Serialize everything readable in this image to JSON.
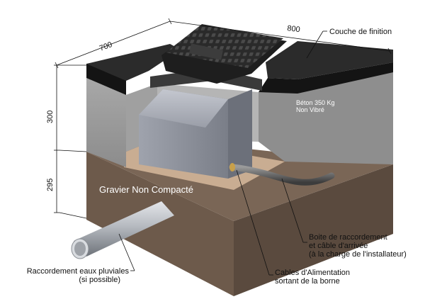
{
  "dimensions": {
    "width_top": "700",
    "depth_top": "800",
    "height_upper": "300",
    "height_lower": "295"
  },
  "labels": {
    "finish_layer": "Couche de finition",
    "concrete_line1": "Béton 350 Kg",
    "concrete_line2": "Non Vibré",
    "gravel": "Gravier Non Compacté",
    "junction_line1": "Boite de raccordement",
    "junction_line2": "et câble d'arrivée",
    "junction_line3": "(à la charge de l'installateur)",
    "cables_line1": "Cables d'Alimentation",
    "cables_line2": "sortant de la borne",
    "drain_line1": "Raccordement eaux pluviales",
    "drain_line2": "(si possible)"
  },
  "colors": {
    "gravel_top": "#7a6656",
    "gravel_front": "#6d5a4b",
    "gravel_side": "#5a4a3e",
    "sand": "#c9ad92",
    "concrete_front": "#9c9c9c",
    "concrete_side": "#858585",
    "asphalt": "#1a1a1a",
    "box_metal": "#8c8f99",
    "pipe": "#b8bcc2"
  }
}
